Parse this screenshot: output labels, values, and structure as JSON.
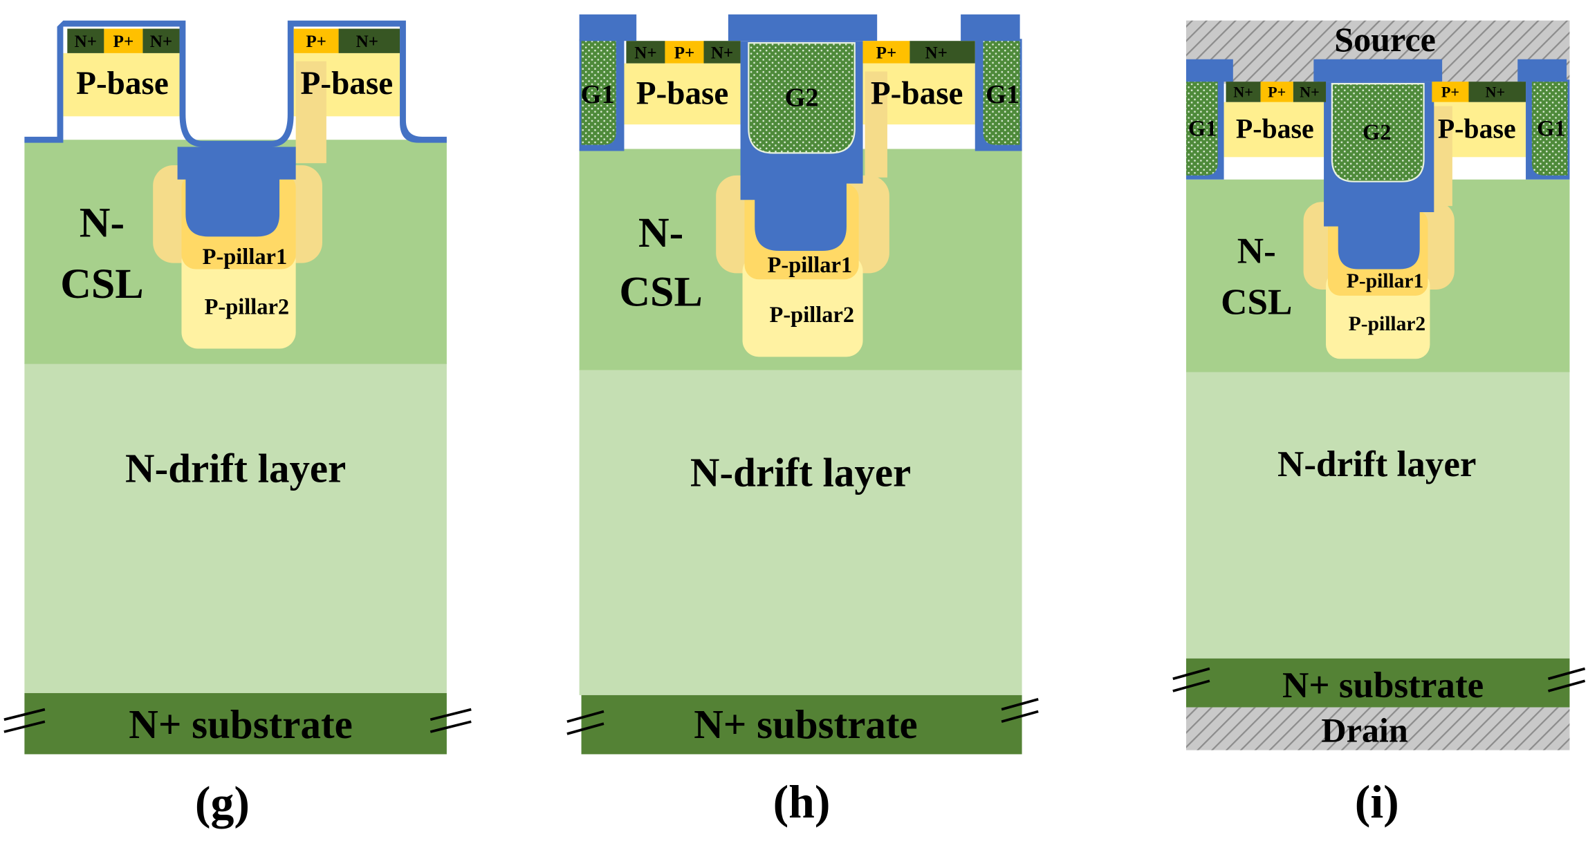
{
  "colors": {
    "drift": "#c5dfb3",
    "csl": "#a7d08c",
    "substrate": "#548235",
    "pbase": "#ffef8f",
    "pillar1": "#ffd966",
    "pillar2": "#fff2a2",
    "pillar_halo": "#f5dc8a",
    "nplus": "#375623",
    "pplus": "#ffc000",
    "oxide": "#4472c4",
    "gate": "#4e8a3a",
    "metal_hatch": "#a6a6a6"
  },
  "panels": [
    {
      "caption": "(g)",
      "labels": {
        "nplus": "N+",
        "pplus": "P+",
        "pbase": "P-base",
        "csl_top": "N-",
        "csl_bottom": "CSL",
        "pillar1": "P-pillar1",
        "pillar2": "P-pillar2",
        "drift": "N-drift layer",
        "substrate": "N+ substrate"
      }
    },
    {
      "caption": "(h)",
      "labels": {
        "nplus": "N+",
        "pplus": "P+",
        "pbase": "P-base",
        "gate1": "G1",
        "gate2": "G2",
        "csl_top": "N-",
        "csl_bottom": "CSL",
        "pillar1": "P-pillar1",
        "pillar2": "P-pillar2",
        "drift": "N-drift layer",
        "substrate": "N+ substrate"
      }
    },
    {
      "caption": "(i)",
      "labels": {
        "source": "Source",
        "drain": "Drain",
        "nplus": "N+",
        "pplus": "P+",
        "pbase": "P-base",
        "gate1": "G1",
        "gate2": "G2",
        "csl_top": "N-",
        "csl_bottom": "CSL",
        "pillar1": "P-pillar1",
        "pillar2": "P-pillar2",
        "drift": "N-drift layer",
        "substrate": "N+ substrate"
      }
    }
  ]
}
